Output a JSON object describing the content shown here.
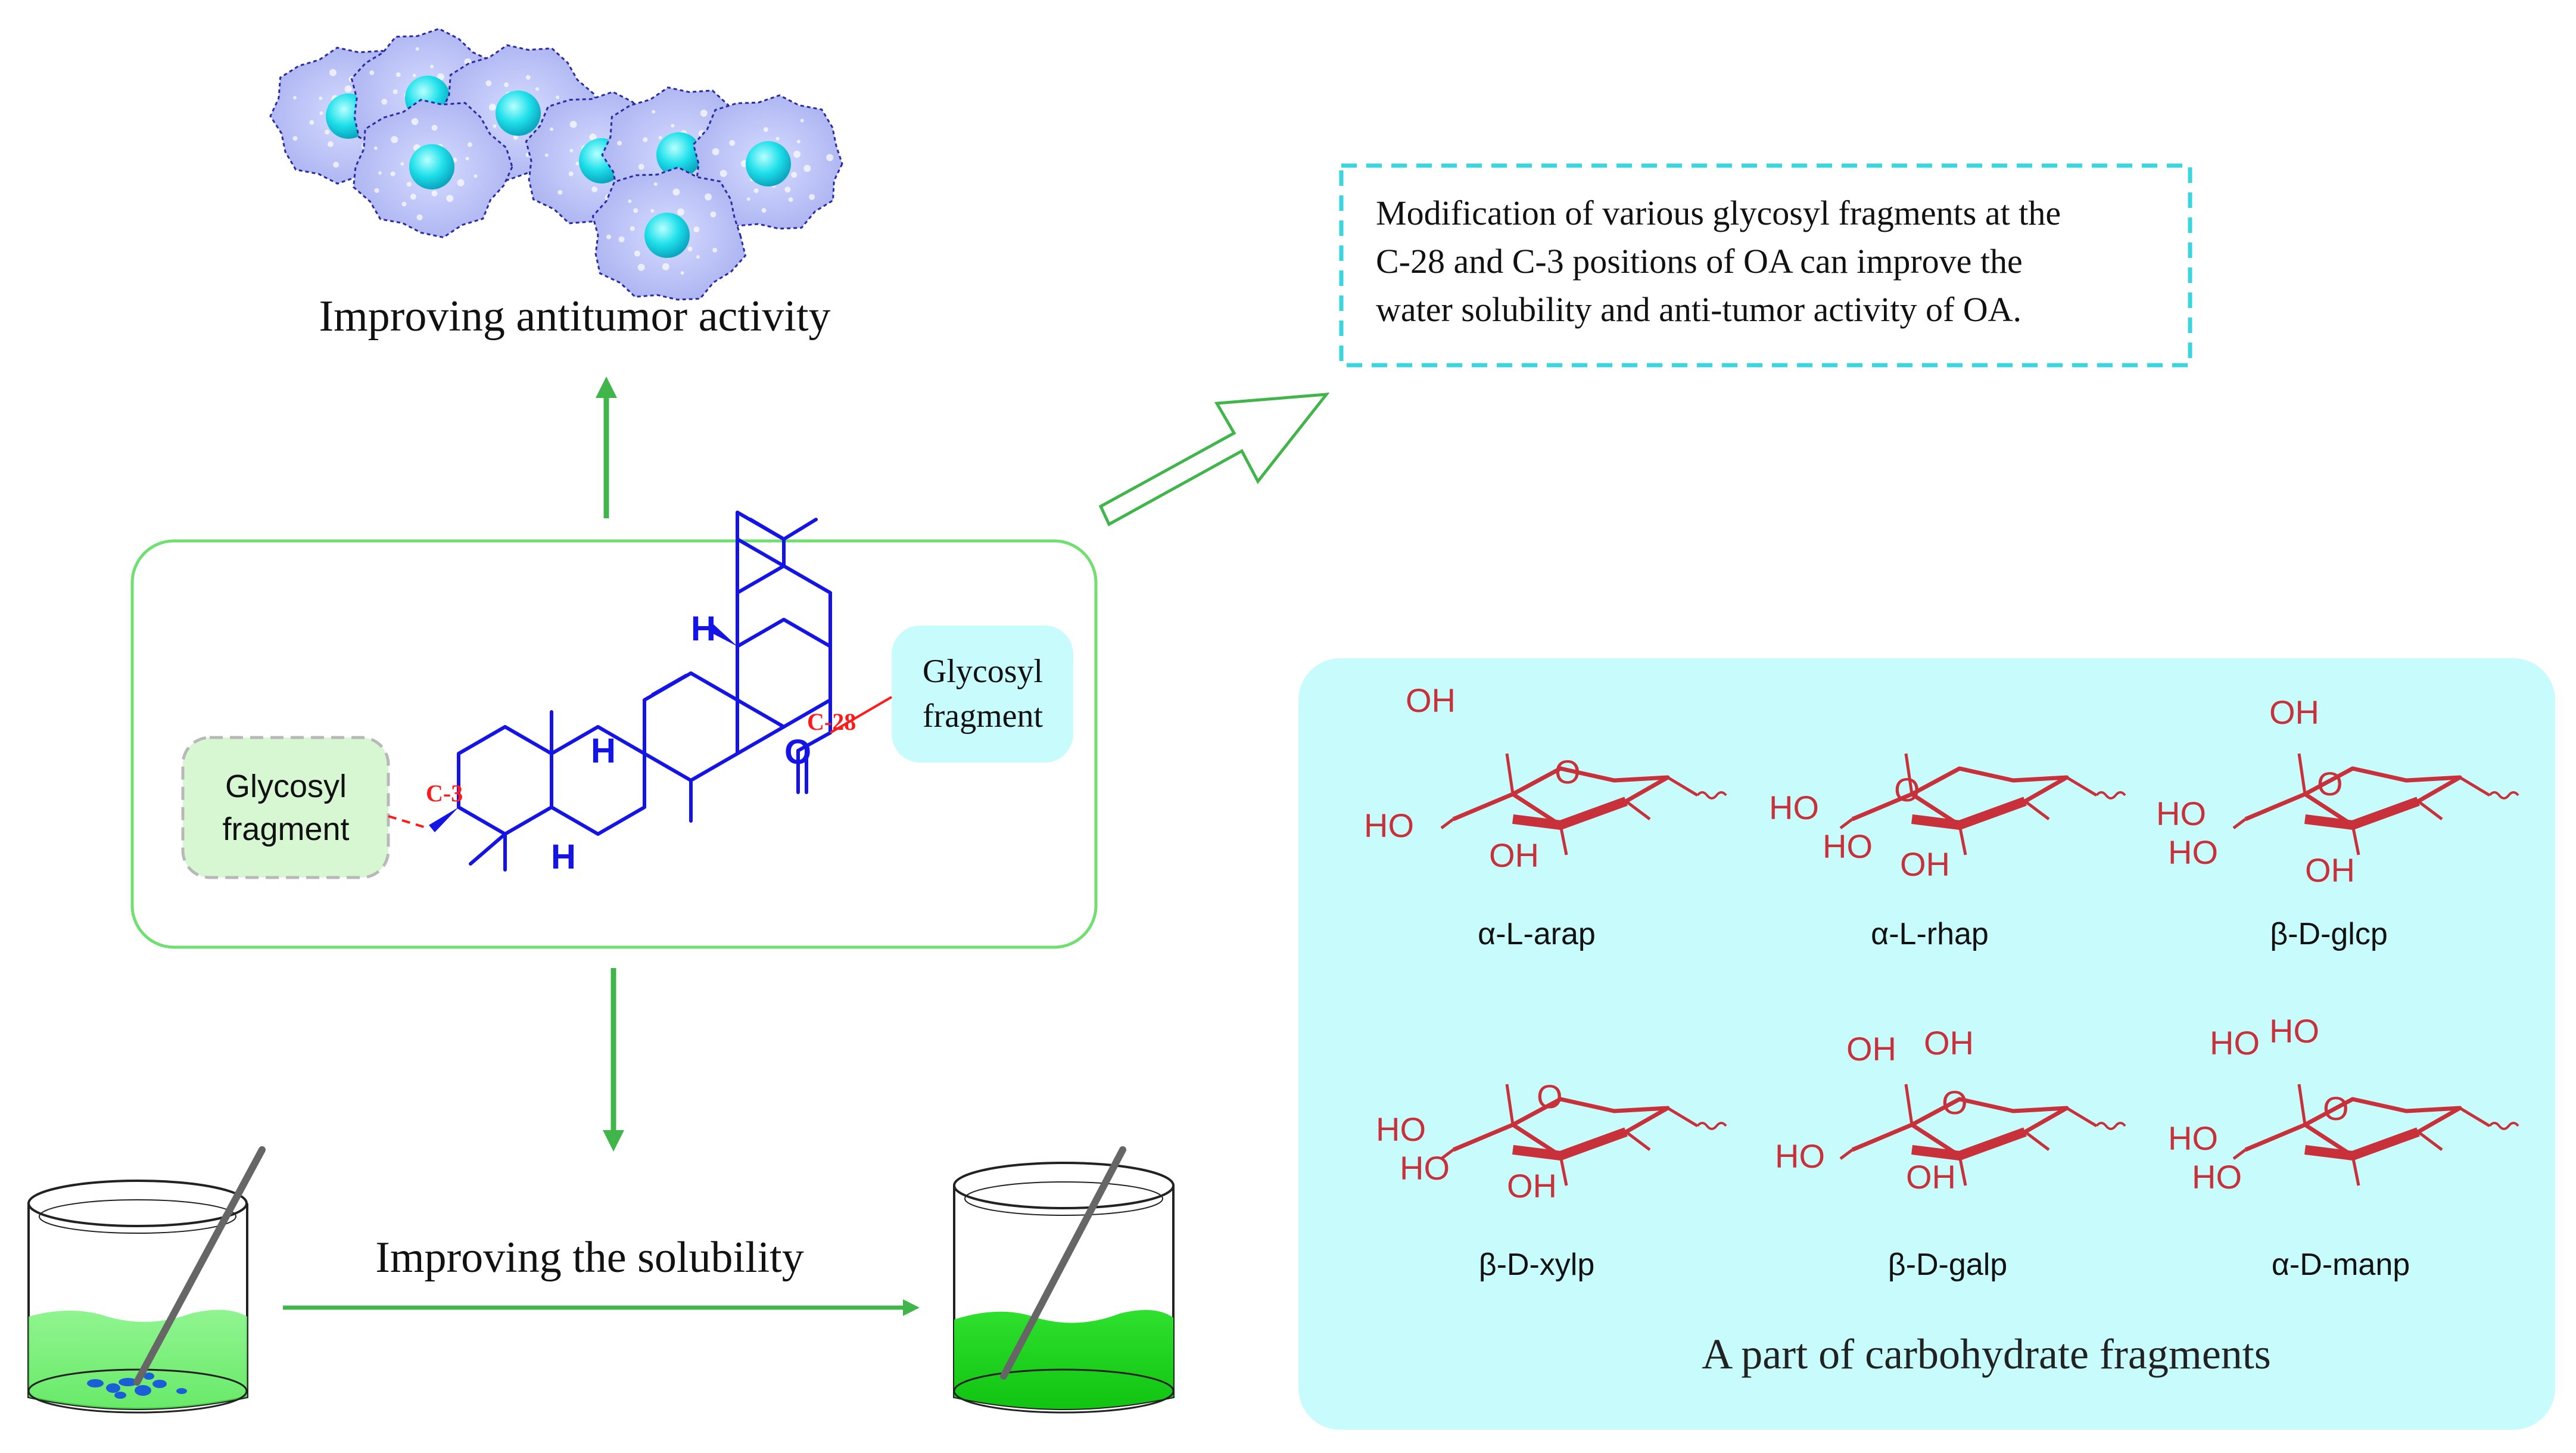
{
  "headings": {
    "antitumor": "Improving antitumor activity",
    "solubility": "Improving the solubility",
    "carbohydrate_panel": "A part of carbohydrate fragments"
  },
  "note_lines": [
    "Modification of various glycosyl fragments at the",
    "C-28 and C-3 positions of OA can improve the",
    "water solubility and anti-tumor activity of OA."
  ],
  "molecule": {
    "left_fragment": [
      "Glycosyl",
      "fragment"
    ],
    "right_fragment": [
      "Glycosyl",
      "fragment"
    ],
    "c3_label": "C-3",
    "c28_label": "C-28",
    "atoms": {
      "h": "H",
      "o": "O"
    }
  },
  "sugars": {
    "ara": {
      "name": "α-L-arap",
      "labels": [
        "OH",
        "HO",
        "OH",
        "O"
      ]
    },
    "rha": {
      "name": "α-L-rhap",
      "labels": [
        "HO",
        "HO",
        "OH",
        "O"
      ]
    },
    "glc": {
      "name": "β-D-glcp",
      "labels": [
        "OH",
        "HO",
        "HO",
        "OH",
        "O"
      ]
    },
    "xyl": {
      "name": "β-D-xylp",
      "labels": [
        "HO",
        "HO",
        "OH",
        "O"
      ]
    },
    "gal": {
      "name": "β-D-galp",
      "labels": [
        "OH",
        "OH",
        "HO",
        "OH",
        "O"
      ]
    },
    "man": {
      "name": "α-D-manp",
      "labels": [
        "HO",
        "HO",
        "HO",
        "HO",
        "O"
      ]
    }
  },
  "colors": {
    "green_arrow": "#3fb54a",
    "box_border": "#6fe06f",
    "note_border": "#3ad6e0",
    "panel_fill": "#c8fcfc",
    "molecule_blue": "#1414e6",
    "label_red": "#ff1a1a",
    "sugar_red": "#c8303a"
  }
}
